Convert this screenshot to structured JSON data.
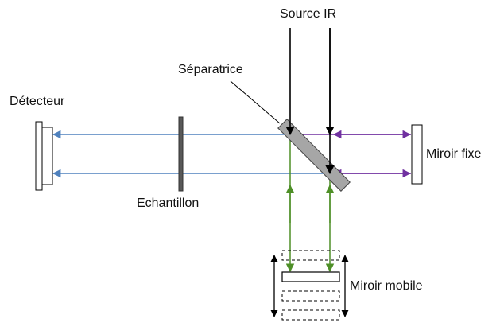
{
  "labels": {
    "source": "Source IR",
    "splitter": "Séparatrice",
    "detector": "Détecteur",
    "sample": "Echantillon",
    "fixed_mirror": "Miroir fixe",
    "moving_mirror": "Miroir mobile"
  },
  "colors": {
    "blue_beam": "#4f81bd",
    "purple_beam": "#7030a0",
    "green_beam": "#4e8f27",
    "black": "#000000",
    "splitter_fill": "#a6a6a6",
    "sample_fill": "#595959"
  }
}
